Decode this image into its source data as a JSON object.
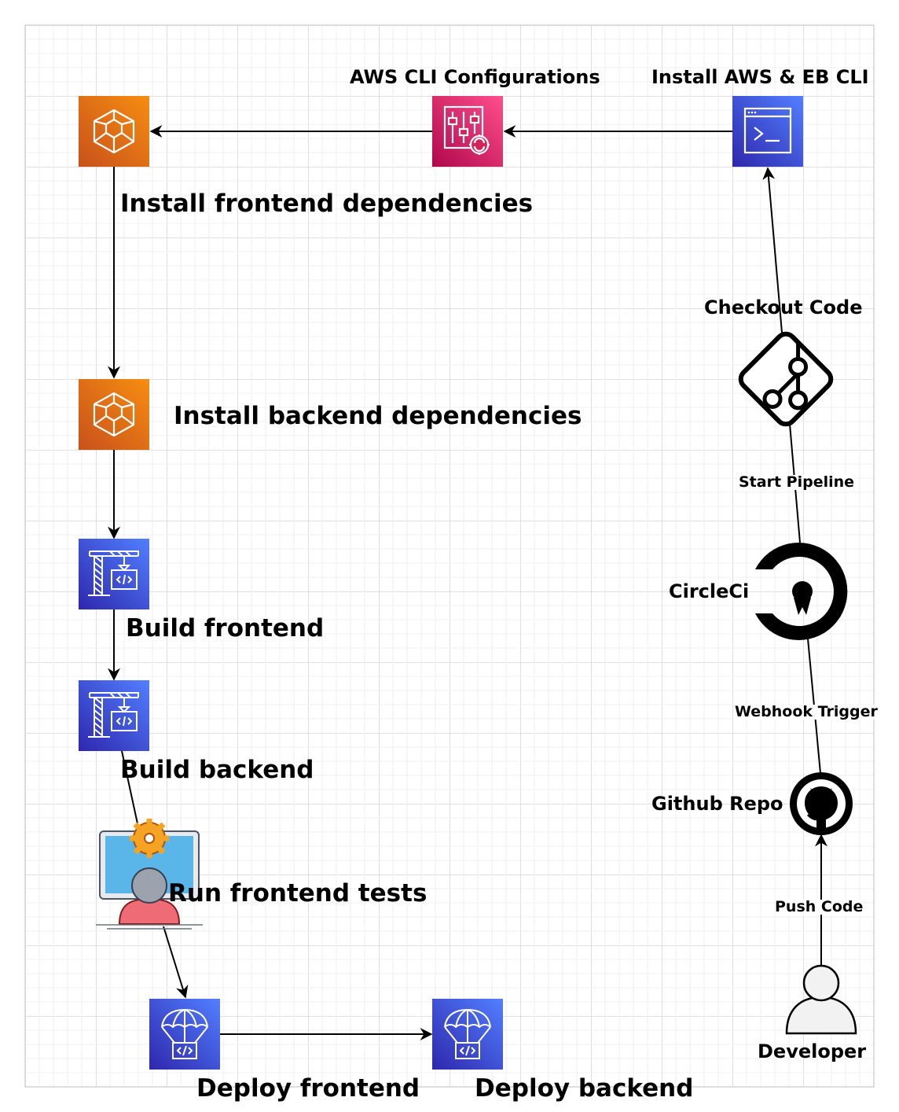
{
  "diagram": {
    "nodes": {
      "install_frontend_deps": {
        "label": "Install frontend dependencies",
        "icon": "dependencies-cube-icon"
      },
      "aws_cli_config": {
        "label": "AWS CLI Configurations",
        "icon": "config-sliders-icon"
      },
      "install_aws_eb_cli": {
        "label": "Install AWS & EB CLI",
        "icon": "terminal-icon"
      },
      "install_backend_deps": {
        "label": "Install backend dependencies",
        "icon": "dependencies-cube-icon"
      },
      "build_frontend": {
        "label": "Build frontend",
        "icon": "build-crane-icon"
      },
      "build_backend": {
        "label": "Build backend",
        "icon": "build-crane-icon"
      },
      "run_frontend_tests": {
        "label": "Run frontend tests",
        "icon": "tester-workstation-icon"
      },
      "deploy_frontend": {
        "label": "Deploy frontend",
        "icon": "deploy-parachute-icon"
      },
      "deploy_backend": {
        "label": "Deploy backend",
        "icon": "deploy-parachute-icon"
      },
      "checkout_code": {
        "label": "Checkout Code",
        "icon": "git-icon"
      },
      "circleci": {
        "label": "CircleCi",
        "icon": "circleci-logo-icon"
      },
      "github_repo": {
        "label": "Github Repo",
        "icon": "github-logo-icon"
      },
      "developer": {
        "label": "Developer",
        "icon": "user-icon"
      }
    },
    "edges": [
      {
        "from": "developer",
        "to": "github_repo",
        "label": "Push Code"
      },
      {
        "from": "github_repo",
        "to": "circleci",
        "label": "Webhook Trigger"
      },
      {
        "from": "circleci",
        "to": "install_aws_eb_cli",
        "label": "Start Pipeline"
      },
      {
        "from": "install_aws_eb_cli",
        "to": "aws_cli_config",
        "label": ""
      },
      {
        "from": "aws_cli_config",
        "to": "install_frontend_deps",
        "label": ""
      },
      {
        "from": "install_frontend_deps",
        "to": "install_backend_deps",
        "label": ""
      },
      {
        "from": "install_backend_deps",
        "to": "build_frontend",
        "label": ""
      },
      {
        "from": "build_frontend",
        "to": "build_backend",
        "label": ""
      },
      {
        "from": "build_backend",
        "to": "run_frontend_tests",
        "label": ""
      },
      {
        "from": "run_frontend_tests",
        "to": "deploy_frontend",
        "label": ""
      },
      {
        "from": "deploy_frontend",
        "to": "deploy_backend",
        "label": ""
      }
    ],
    "colors": {
      "orange_icon": "#e8720c",
      "pink_icon": "#d6245a",
      "blue_icon": "#3f4fd6",
      "grid": "#d7d7d7",
      "edge": "#000000"
    }
  }
}
